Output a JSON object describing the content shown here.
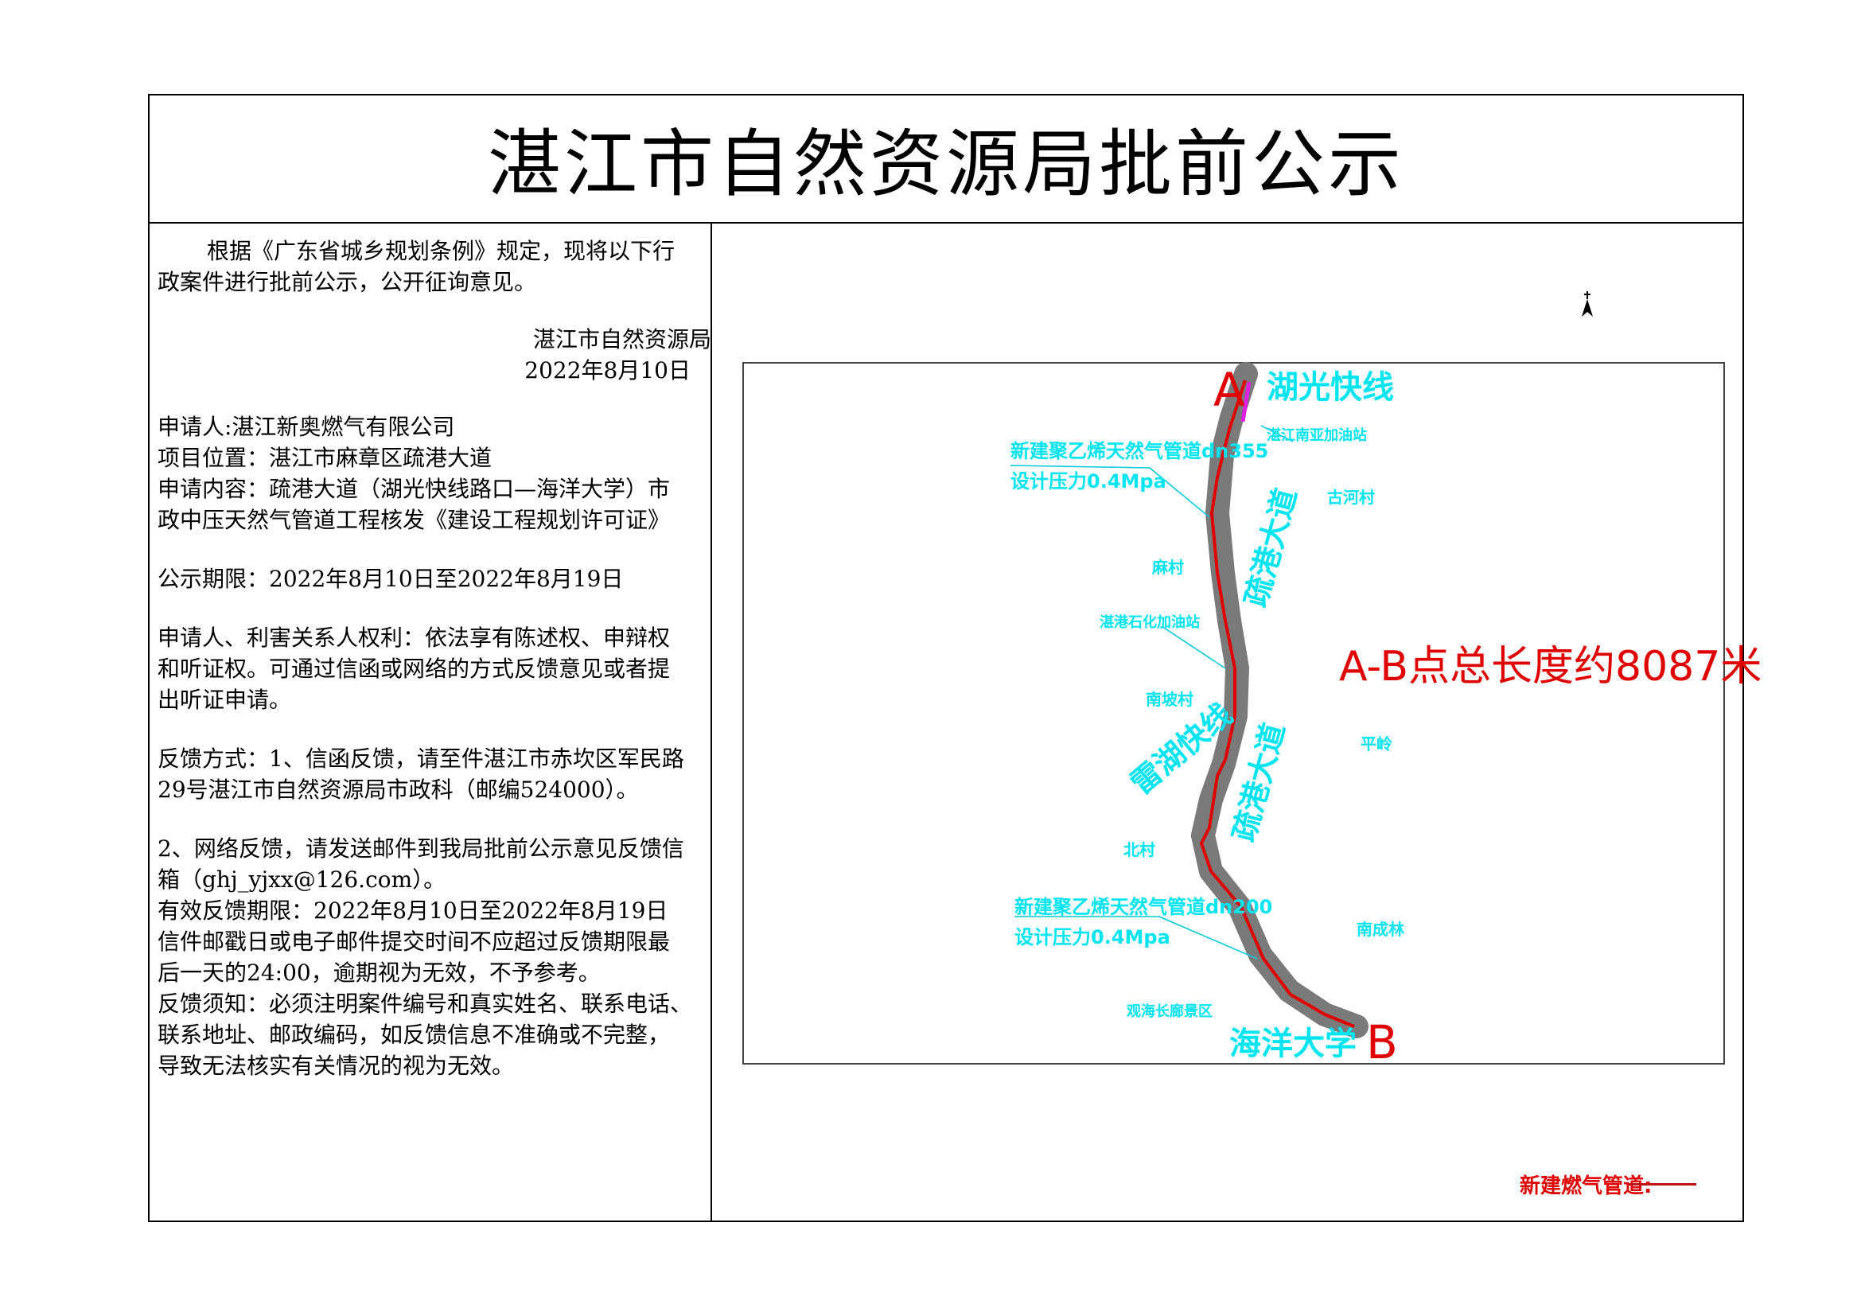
{
  "title": "湛江市自然资源局批前公示",
  "notice": {
    "intro_lines": [
      "根据《广东省城乡规划条例》规定，现将以下行",
      "政案件进行批前公示，公开征询意见。"
    ],
    "issuer": "湛江市自然资源局",
    "date": "2022年8月10日",
    "applicant": "申请人:湛江新奥燃气有限公司",
    "location": "项目位置：湛江市麻章区疏港大道",
    "content_lines": [
      "申请内容：疏港大道（湖光快线路口—海洋大学）市",
      "政中压天然气管道工程核发《建设工程规划许可证》"
    ],
    "period": "公示期限：2022年8月10日至2022年8月19日",
    "rights_lines": [
      "申请人、利害关系人权利：依法享有陈述权、申辩权",
      "和听证权。可通过信函或网络的方式反馈意见或者提",
      "出听证申请。"
    ],
    "feedback1_lines": [
      "反馈方式：1、信函反馈，请至件湛江市赤坎区军民路",
      "29号湛江市自然资源局市政科（邮编524000）。"
    ],
    "feedback2_lines": [
      "2、网络反馈，请发送邮件到我局批前公示意见反馈信",
      "箱（ghj_yjxx@126.com）。",
      "有效反馈期限：2022年8月10日至2022年8月19日",
      "信件邮戳日或电子邮件提交时间不应超过反馈期限最",
      "后一天的24:00，逾期视为无效，不予参考。",
      "反馈须知：必须注明案件编号和真实姓名、联系电话、",
      "联系地址、邮政编码，如反馈信息不准确或不完整，",
      "导致无法核实有关情况的视为无效。"
    ]
  },
  "map": {
    "point_a": "A",
    "point_b": "B",
    "total_length": "A-B点总长度约8087米",
    "pipe1_spec": "新建聚乙烯天然气管道dn355",
    "pipe1_pressure": "设计压力0.4Mpa",
    "pipe2_spec": "新建聚乙烯天然气管道dn200",
    "pipe2_pressure": "设计压力0.4Mpa",
    "labels": {
      "road_huguang": "湖光快线",
      "road_shugang_1": "疏港大道",
      "road_shugang_2": "疏港大道",
      "road_leihu": "雷湖快线",
      "university": "海洋大学",
      "gas_station_1": "湛江南亚加油站",
      "gas_station_2": "湛港石化加油站",
      "village_1": "古河村",
      "village_2": "麻村",
      "village_3": "南坡村",
      "village_4": "平岭",
      "village_5": "北村",
      "village_6": "南成林",
      "scenic": "观海长廊景区"
    },
    "colors": {
      "pipe": "#e00000",
      "label": "#00e5f0",
      "road": "#7a7a7a",
      "existing_pipe": "#e020e0"
    },
    "north_arrow": "north-arrow-icon"
  },
  "legend": {
    "label": "新建燃气管道:"
  }
}
